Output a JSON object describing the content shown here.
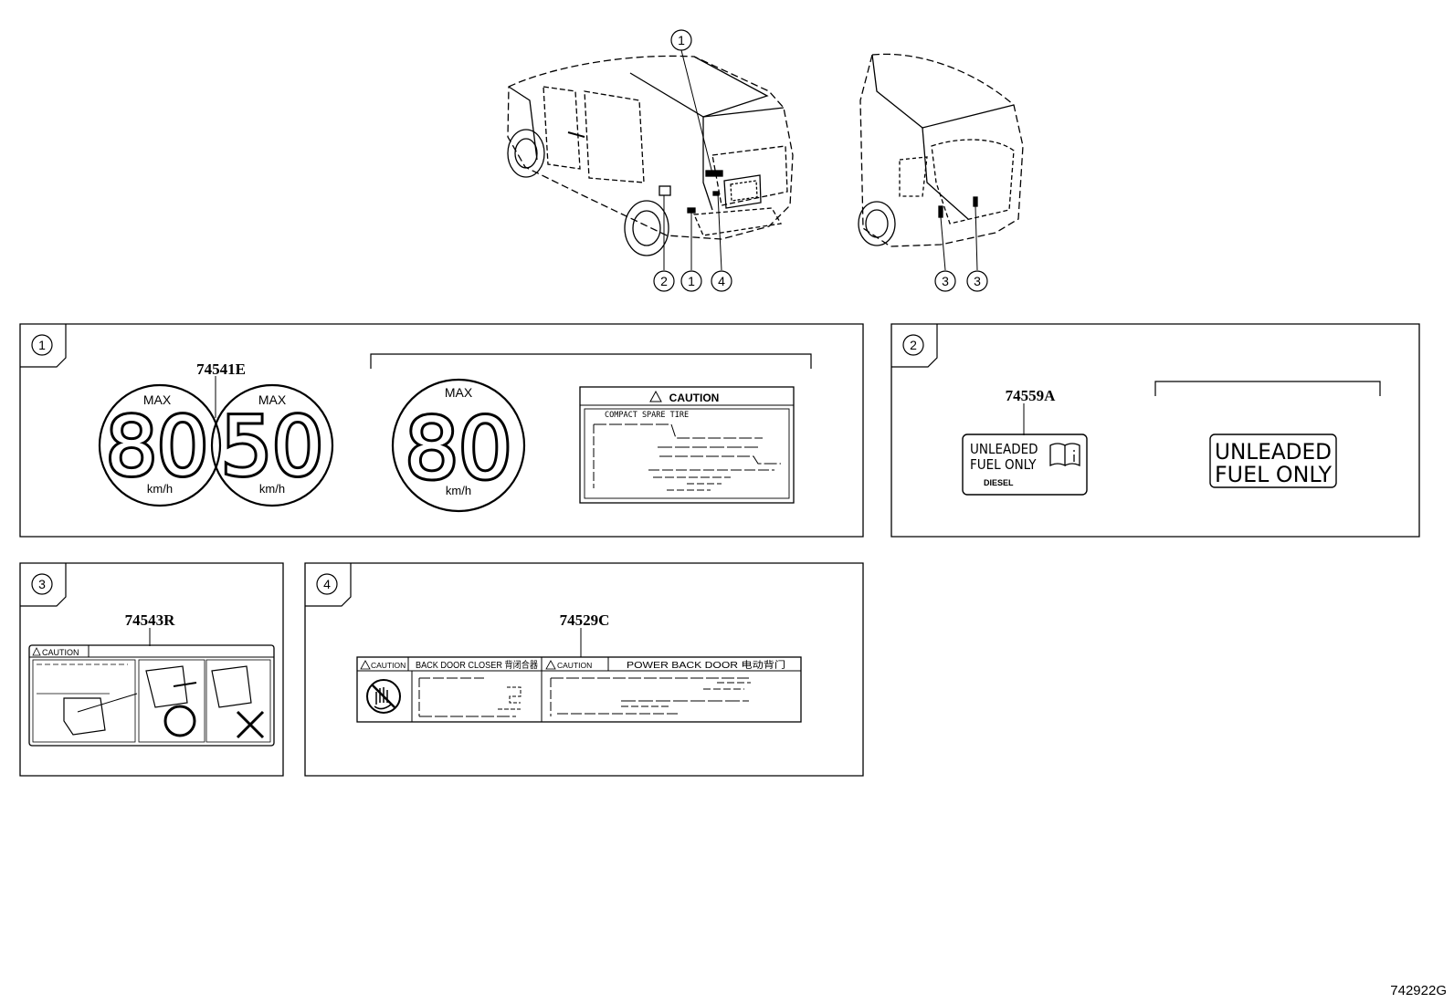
{
  "callouts": {
    "top_1": "1",
    "bottom": [
      "2",
      "1",
      "4"
    ],
    "right_3a": "3",
    "right_3b": "3"
  },
  "panels": [
    {
      "num": "1",
      "part": "74541E",
      "sign1": {
        "max": "MAX",
        "value": "80",
        "unit": "km/h"
      },
      "sign2": {
        "max": "MAX",
        "value": "50",
        "unit": "km/h"
      },
      "sign3": {
        "max": "MAX",
        "value": "80",
        "unit": "km/h"
      },
      "caution": {
        "title": "CAUTION",
        "subtitle": "COMPACT SPARE TIRE"
      }
    },
    {
      "num": "2",
      "part": "74559A",
      "label_small": {
        "line1": "UNLEADED",
        "line2": "FUEL ONLY",
        "diesel": "DIESEL"
      },
      "label_large": {
        "line1": "UNLEADED",
        "line2": "FUEL ONLY"
      }
    },
    {
      "num": "3",
      "part": "74543R",
      "caution": "CAUTION"
    },
    {
      "num": "4",
      "part": "74529C",
      "caution_a": "CAUTION",
      "header_a": "BACK DOOR CLOSER 背闭合器",
      "caution_b": "CAUTION",
      "header_b": "POWER BACK DOOR 电动背门"
    }
  ],
  "diagram_id": "742922G"
}
